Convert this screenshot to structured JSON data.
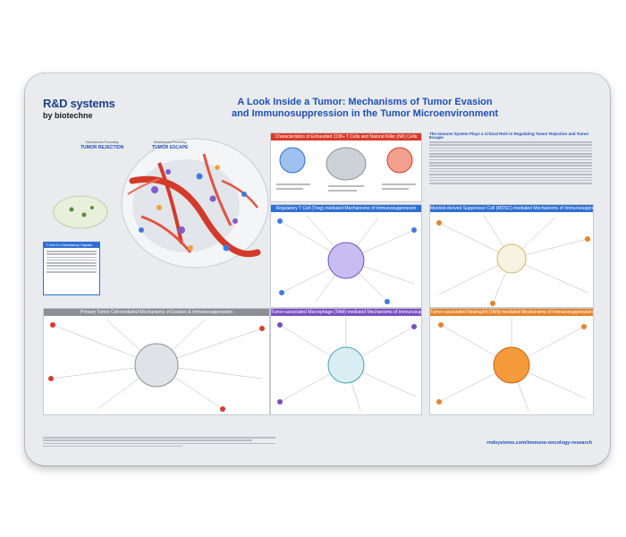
{
  "brand": {
    "name": "R&D systems",
    "sub": "by biotechne"
  },
  "title": {
    "line1": "A Look Inside a Tumor: Mechanisms of Tumor Evasion",
    "line2": "and Immunosuppression in the Tumor Microenvironment"
  },
  "hero": {
    "rejection_caption": "Mechanisms Promoting",
    "rejection": "TUMOR REJECTION",
    "escape_caption": "Mechanisms Promoting",
    "escape": "TUMOR ESCAPE"
  },
  "tcell_box": {
    "title": "T Cell Co-Stimulatory Signals"
  },
  "panels": {
    "exhausted": {
      "title": "Characteristics of Exhausted CD8+ T Cells and Natural Killer (NK) Cells"
    },
    "treg": {
      "title": "Regulatory T Cell (Treg)-mediated Mechanisms of Immunosuppression"
    },
    "mdsc": {
      "title": "Myeloid-derived Suppressor Cell (MDSC)-mediated Mechanisms of Immunosuppression"
    },
    "primary": {
      "title": "Primary Tumor Cell-mediated Mechanisms of Evasion & Immunosuppression"
    },
    "tam": {
      "title": "Tumor-associated Macrophage (TAM)-mediated Mechanisms of Immunosuppression"
    },
    "tan": {
      "title": "Tumor-associated Neutrophil (TAN)-mediated Mechanisms of Immunosuppression"
    }
  },
  "text_column": {
    "title": "The Immune System Plays a Critical Role in Regulating Tumor Rejection and Tumor Escape"
  },
  "url": "rndsystems.com/immuno-oncology-research"
}
